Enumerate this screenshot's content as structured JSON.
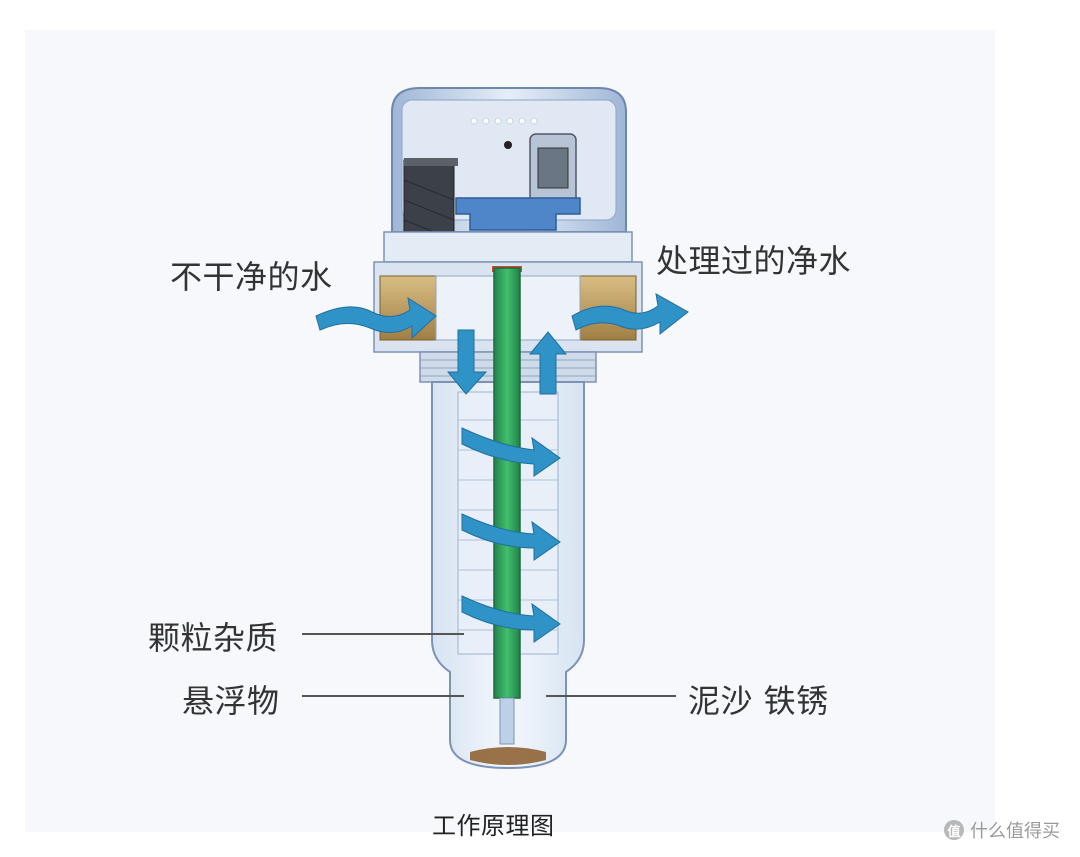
{
  "labels": {
    "dirty_water": "不干净的水",
    "clean_water": "处理过的净水",
    "particles": "颗粒杂质",
    "suspended": "悬浮物",
    "silt_rust": "泥沙 铁锈",
    "caption": "工作原理图"
  },
  "watermark": {
    "badge": "值",
    "text": "什么值得买"
  },
  "colors": {
    "water_arrow": "#2f93c8",
    "filter_core": "#2f9e57",
    "housing": "#c9d8ea",
    "brass": "#b9975a",
    "sediment": "#8a5a2a"
  }
}
